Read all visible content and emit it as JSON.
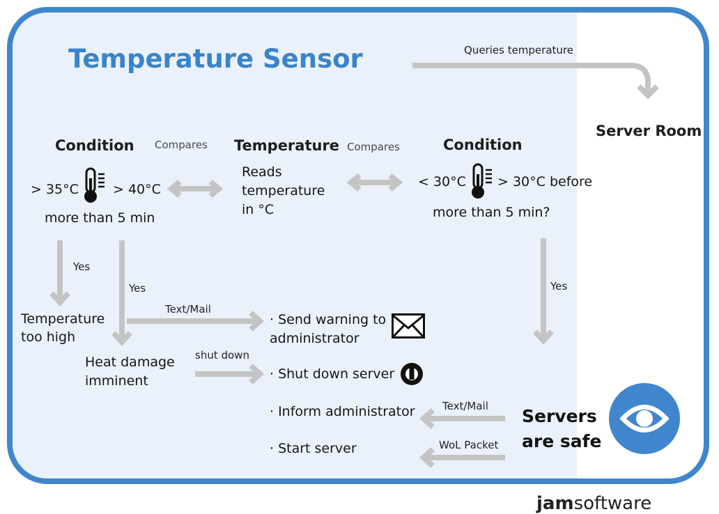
{
  "title": "Temperature Sensor",
  "server_room": "Server Room",
  "queries": "Queries temperature",
  "left_condition": {
    "header": "Condition",
    "lower": "> 35°C",
    "upper": "> 40°C",
    "duration": "more than 5 min"
  },
  "compares_left": "Compares",
  "compares_right": "Compares",
  "sensor": {
    "header": "Temperature",
    "line1": "Reads",
    "line2": "temperature",
    "line3": "in °C"
  },
  "right_condition": {
    "header": "Condition",
    "lower": "< 30°C",
    "upper": "> 30°C before",
    "duration": "more than 5 min?"
  },
  "yes_1": "Yes",
  "yes_2": "Yes",
  "yes_3": "Yes",
  "too_high": {
    "line1": "Temperature",
    "line2": "too high"
  },
  "heat_damage": {
    "line1": "Heat damage",
    "line2": "imminent"
  },
  "text_mail_1": "Text/Mail",
  "shut_down": "shut down",
  "text_mail_2": "Text/Mail",
  "wol": "WoL Packet",
  "actions": {
    "send_warning_1": "· Send warning to",
    "send_warning_2": "administrator",
    "shut_down_server": "· Shut down server",
    "inform_admin": "· Inform administrator",
    "start_server": "· Start server"
  },
  "safe": {
    "line1": "Servers",
    "line2": "are safe"
  },
  "logo": {
    "bold": "jam",
    "light": "software"
  },
  "icons": [
    "thermometer-icon",
    "thermometer-icon",
    "envelope-icon",
    "power-icon",
    "eye-icon"
  ],
  "colors": {
    "frame": "#3f86cc",
    "tint": "#eaf1fa",
    "arrow": "#c4c4c4",
    "title": "#3a84c9"
  }
}
